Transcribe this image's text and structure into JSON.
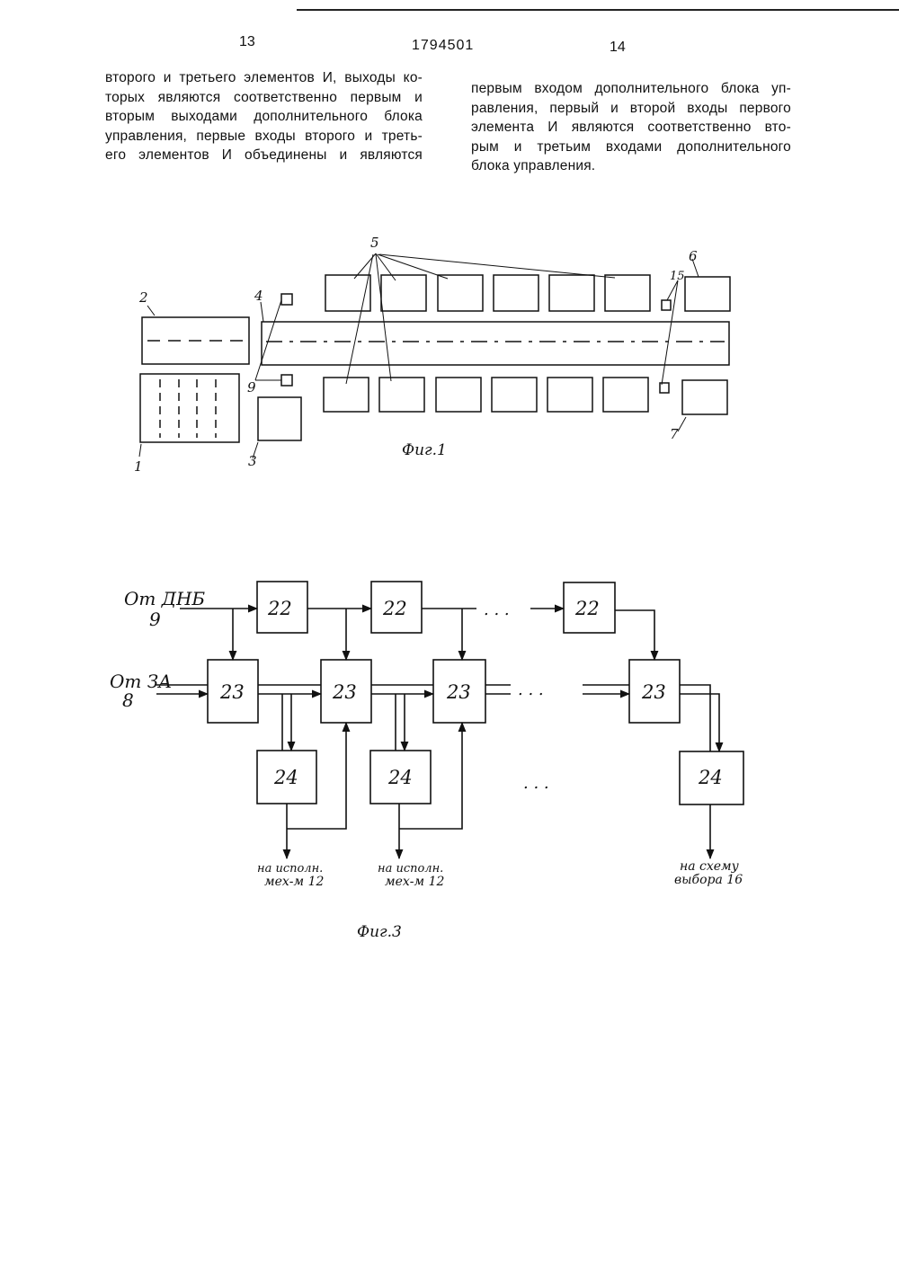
{
  "header": {
    "page_left": "13",
    "patent_number": "1794501",
    "page_right": "14"
  },
  "left_column": [
    "второго и третьего элементов И, выходы ко-",
    "торых являются соответственно первым и",
    "вторым выходами дополнительного блока",
    "управления, первые входы второго и треть-",
    "его элементов И объединены и являются"
  ],
  "right_column": [
    "первым входом дополнительного блока уп-",
    "равления, первый и второй входы первого",
    "элемента И являются соответственно вто-",
    "рым и третьим входами дополнительного",
    "блока управления."
  ],
  "fig1": {
    "caption": "Фиг.1",
    "labels": {
      "l1": "1",
      "l2": "2",
      "l3": "3",
      "l4": "4",
      "l5": "5",
      "l6": "6",
      "l7": "7",
      "l9": "9",
      "l15": "15"
    }
  },
  "fig3": {
    "caption": "Фиг.3",
    "input_dnb_line1": "От ДНБ",
    "input_dnb_line2": "9",
    "input_za_line1": "От ЗА",
    "input_za_line2": "8",
    "block22": "22",
    "block23": "23",
    "block24": "24",
    "ellipsis": ". . .",
    "out1_line1": "на исполн.",
    "out1_line2": "мех-м 12",
    "out2_line1": "на исполн.",
    "out2_line2": "мех-м 12",
    "out3_line1": "на схему",
    "out3_line2": "выбора 16"
  }
}
